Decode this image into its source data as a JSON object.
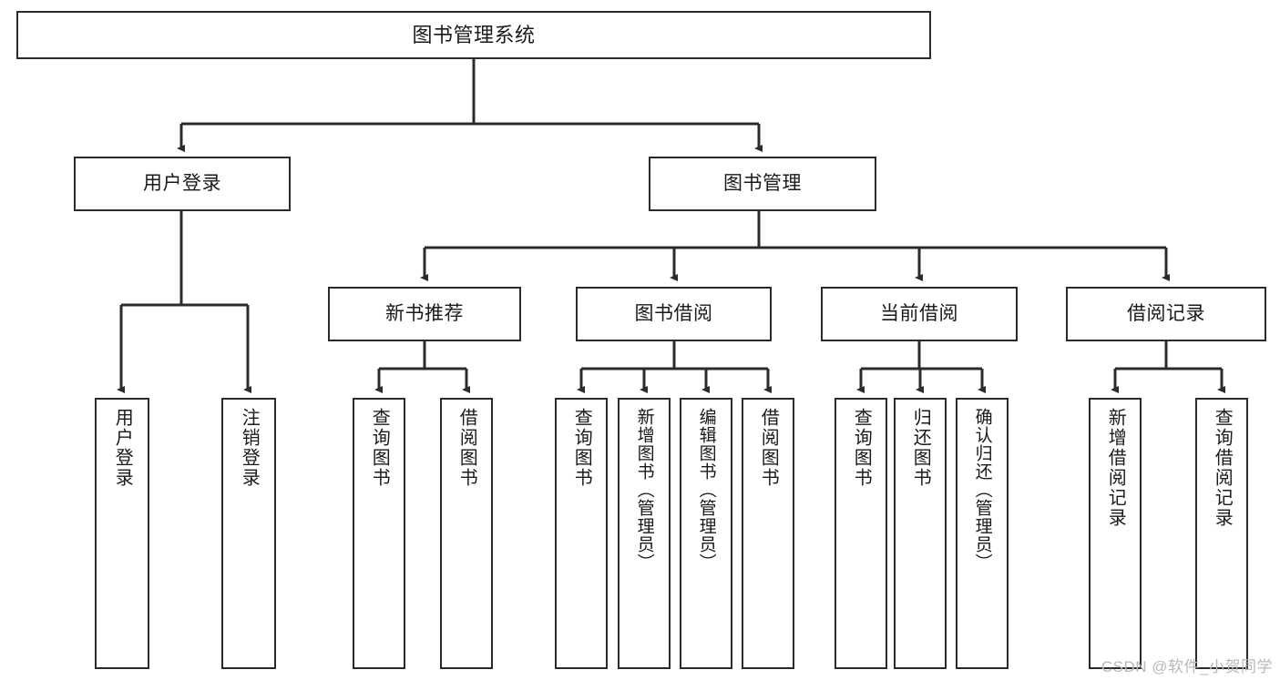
{
  "diagram": {
    "title": "图书管理系统",
    "type": "tree-hierarchy-chart",
    "stroke_color": "#2b2b2b",
    "fill_color": "#ffffff",
    "text_color": "#1a1a1a"
  },
  "root": {
    "label": "图书管理系统"
  },
  "level2": {
    "user_login": "用户登录",
    "book_manage": "图书管理"
  },
  "level3": {
    "new_book_rec": "新书推荐",
    "book_borrow": "图书借阅",
    "current_borrow": "当前借阅",
    "borrow_record": "借阅记录"
  },
  "leaves": {
    "user_login_1": "用户登录",
    "user_login_2": "注销登录",
    "new_book_1": "查询图书",
    "new_book_2": "借阅图书",
    "borrow_1": "查询图书",
    "borrow_2": "新增图书（管理员）",
    "borrow_3": "编辑图书（管理员）",
    "borrow_4": "借阅图书",
    "current_1": "查询图书",
    "current_2": "归还图书",
    "current_3": "确认归还（管理员）",
    "record_1": "新增借阅记录",
    "record_2": "查询借阅记录"
  },
  "watermark": {
    "text": "CSDN @软件_小贺同学"
  }
}
